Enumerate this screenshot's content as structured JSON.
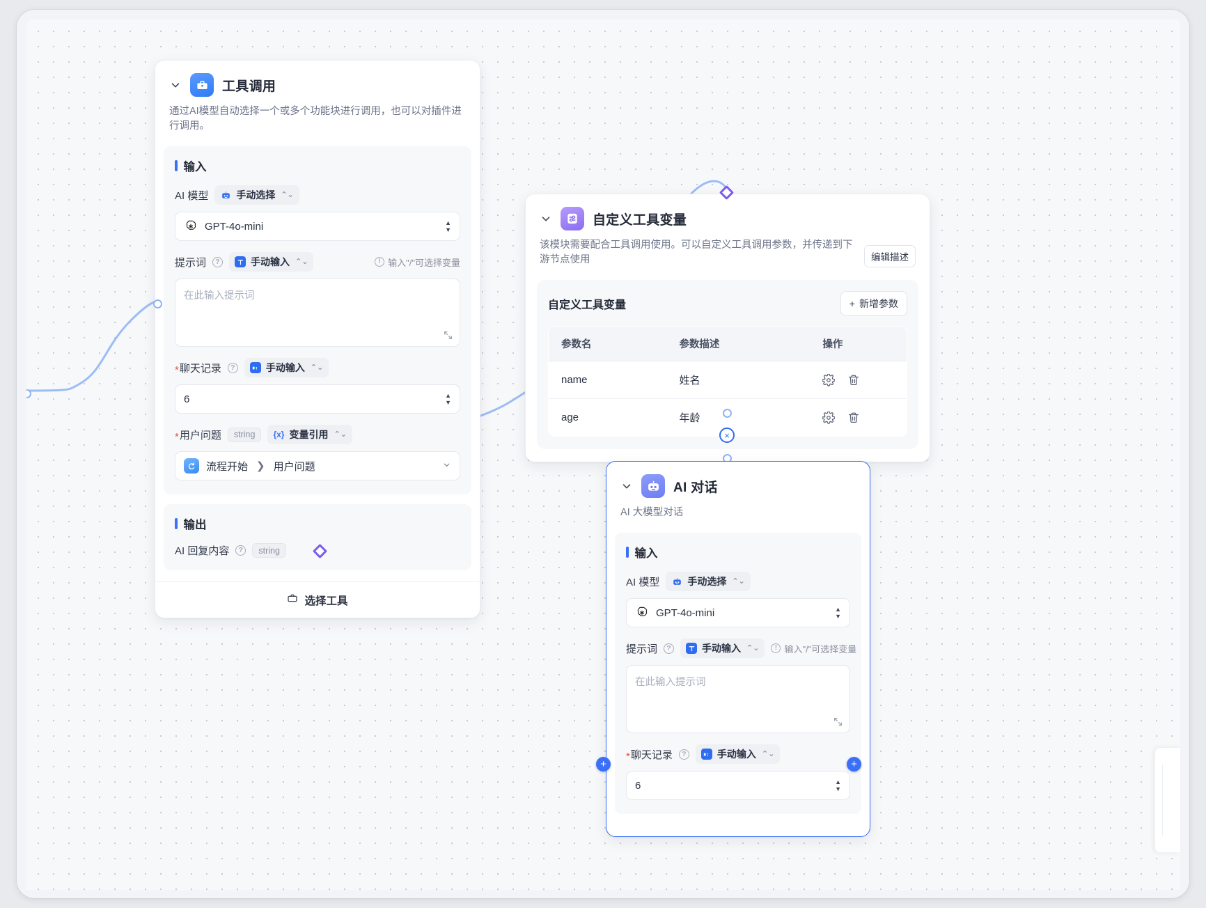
{
  "canvas": {
    "background": "#f7f8fa",
    "accent": "#3a6ff7",
    "accent_purple": "#7c5cf0"
  },
  "nodes": {
    "tool_call": {
      "title": "工具调用",
      "icon": "toolbox-icon",
      "description": "通过AI模型自动选择一个或多个功能块进行调用，也可以对插件进行调用。",
      "input_section": {
        "label": "输入"
      },
      "output_section": {
        "label": "输出"
      },
      "fields": {
        "ai_model": {
          "label": "AI 模型",
          "mode_pill": "手动选择",
          "value": "GPT-4o-mini"
        },
        "prompt": {
          "label": "提示词",
          "mode_pill": "手动输入",
          "hint": "输入\"/\"可选择变量",
          "placeholder": "在此输入提示词",
          "value": ""
        },
        "chat_history": {
          "label": "聊天记录",
          "required": true,
          "mode_pill": "手动输入",
          "value": "6"
        },
        "user_question": {
          "label": "用户问题",
          "required": true,
          "type_tag": "string",
          "mode_pill": "变量引用",
          "ref_node": "流程开始",
          "ref_field": "用户问题"
        }
      },
      "outputs": [
        {
          "label": "AI 回复内容",
          "type_tag": "string"
        }
      ],
      "footer_button": "选择工具"
    },
    "tool_vars": {
      "title": "自定义工具变量",
      "icon": "sliders-icon",
      "description": "该模块需要配合工具调用使用。可以自定义工具调用参数，并传递到下游节点使用",
      "edit_desc_button": "编辑描述",
      "card_title": "自定义工具变量",
      "add_param_button": "新增参数",
      "table": {
        "columns": [
          "参数名",
          "参数描述",
          "操作"
        ],
        "rows": [
          {
            "name": "name",
            "desc": "姓名",
            "actions": [
              "settings-icon",
              "trash-icon"
            ]
          },
          {
            "name": "age",
            "desc": "年龄",
            "actions": [
              "settings-icon",
              "trash-icon"
            ]
          }
        ]
      }
    },
    "ai_chat": {
      "title": "AI 对话",
      "icon": "robot-icon",
      "description": "AI 大模型对话",
      "selected": true,
      "input_section": {
        "label": "输入"
      },
      "fields": {
        "ai_model": {
          "label": "AI 模型",
          "mode_pill": "手动选择",
          "value": "GPT-4o-mini"
        },
        "prompt": {
          "label": "提示词",
          "mode_pill": "手动输入",
          "hint": "输入\"/\"可选择变量",
          "placeholder": "在此输入提示词",
          "value": ""
        },
        "chat_history": {
          "label": "聊天记录",
          "required": true,
          "mode_pill": "手动输入",
          "value": "6"
        }
      }
    }
  },
  "handles": {
    "add_left": "+",
    "add_right": "+",
    "remove_edge": "×"
  }
}
